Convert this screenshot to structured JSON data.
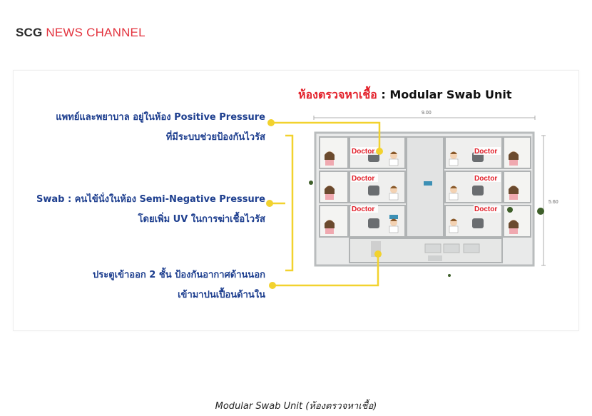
{
  "logo": {
    "brand": "SCG",
    "rest": " NEWS CHANNEL"
  },
  "title": {
    "thai": "ห้องตรวจหาเชื้อ",
    "sep": " : ",
    "english": "Modular Swab Unit"
  },
  "annotations": [
    {
      "line1": "แพทย์และพยาบาล อยู่ในห้อง Positive Pressure",
      "line2": "ที่มีระบบช่วยป้องกันไวรัส"
    },
    {
      "line1": "Swab : คนไข้นั่งในห้อง Semi-Negative Pressure",
      "line2": "โดยเพิ่ม UV ในการฆ่าเชื้อไวรัส"
    },
    {
      "line1": "ประตูเข้าออก 2 ชั้น ป้องกันอากาศด้านนอก",
      "line2": "เข้ามาปนเปื้อนด้านใน"
    }
  ],
  "dimensions": {
    "width": "9.00",
    "depth": "5.60"
  },
  "room_labels": [
    "Doctor",
    "Doctor",
    "Doctor",
    "Doctor",
    "Doctor",
    "Doctor"
  ],
  "caption": "Modular Swab Unit (ห้องตรวจหาเชื้อ)",
  "colors": {
    "annotation_text": "#1e3f8f",
    "connector": "#f2d22e",
    "title_red": "#e3202a",
    "logo_red": "#e3343f"
  }
}
